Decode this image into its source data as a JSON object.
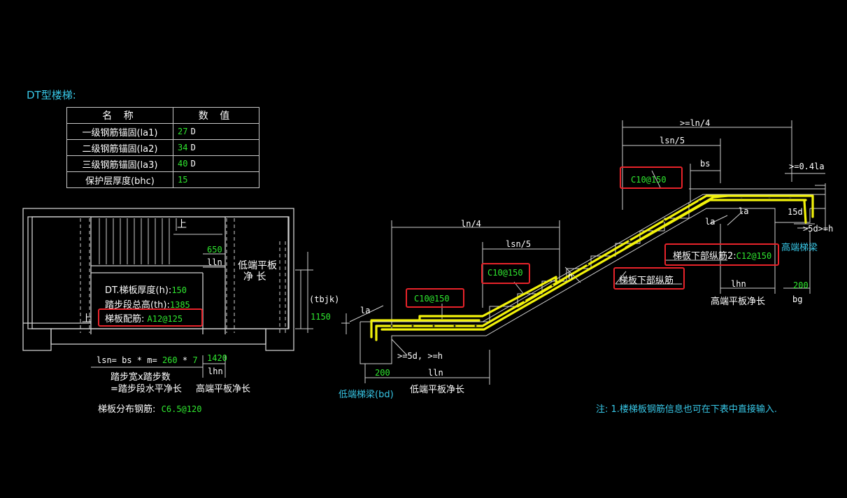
{
  "title": "DT型楼梯:",
  "table": {
    "headers": [
      "名 称",
      "数 值"
    ],
    "rows": [
      {
        "name": "一级钢筋锚固(la1)",
        "value": "27",
        "unit": "D"
      },
      {
        "name": "二级钢筋锚固(la2)",
        "value": "34",
        "unit": "D"
      },
      {
        "name": "三级钢筋锚固(la3)",
        "value": "40",
        "unit": "D"
      },
      {
        "name": "保护层厚度(bhc)",
        "value": "15",
        "unit": ""
      }
    ]
  },
  "plan": {
    "dim_650": "650",
    "lln": "lln",
    "low_platform": [
      "低端平板",
      "净 长"
    ],
    "thickness_label": "DT.梯板厚度(h):",
    "thickness_value": "150",
    "total_height_label": "踏步段总高(th):",
    "total_height_value": "1385",
    "rebar_label": "梯板配筋:",
    "rebar_value": "A12@125",
    "tbjk": "(tbjk)",
    "dim_1150": "1150",
    "up_mark": "上",
    "lsn_formula_a": "lsn= bs * m=",
    "lsn_bs": "260",
    "lsn_star": "*",
    "lsn_m": "7",
    "dim_1420": "1420",
    "lhn": "lhn",
    "note_line1": "踏步宽x踏步数",
    "note_line2": "=踏步段水平净长",
    "high_platform": "高端平板净长",
    "dist_label": "梯板分布钢筋:",
    "dist_value": "C6.5@120"
  },
  "section": {
    "ge_ln4": ">=ln/4",
    "lsn5_top": "lsn/5",
    "bs": "bs",
    "ge_04la": ">=0.4la",
    "top_rebar": "C10@150",
    "la_1": "la",
    "la_2": "la",
    "d15": "15d",
    "ge_5d_h_right": ">5d>=h",
    "high_beam": "高端梯梁",
    "bottom_rebar2_label": "梯板下部纵筋2:",
    "bottom_rebar2_value": "C12@150",
    "ln4": "ln/4",
    "lsn5_mid": "lsn/5",
    "mid_rebar": "C10@150",
    "h": "h",
    "bottom_rebar": "梯板下部纵筋",
    "lhn": "lhn",
    "dim_200_right": "200",
    "high_platform_len": "高端平板净长",
    "bg": "bg",
    "low_rebar": "C10@150",
    "la_left": "la",
    "ge_5d_h_left": ">=5d, >=h",
    "dim_200_left": "200",
    "lln": "lln",
    "low_beam": "低端梯梁(bd)",
    "low_platform_len": "低端平板净长"
  },
  "note": "注: 1.楼梯板钢筋信息也可在下表中直接输入."
}
